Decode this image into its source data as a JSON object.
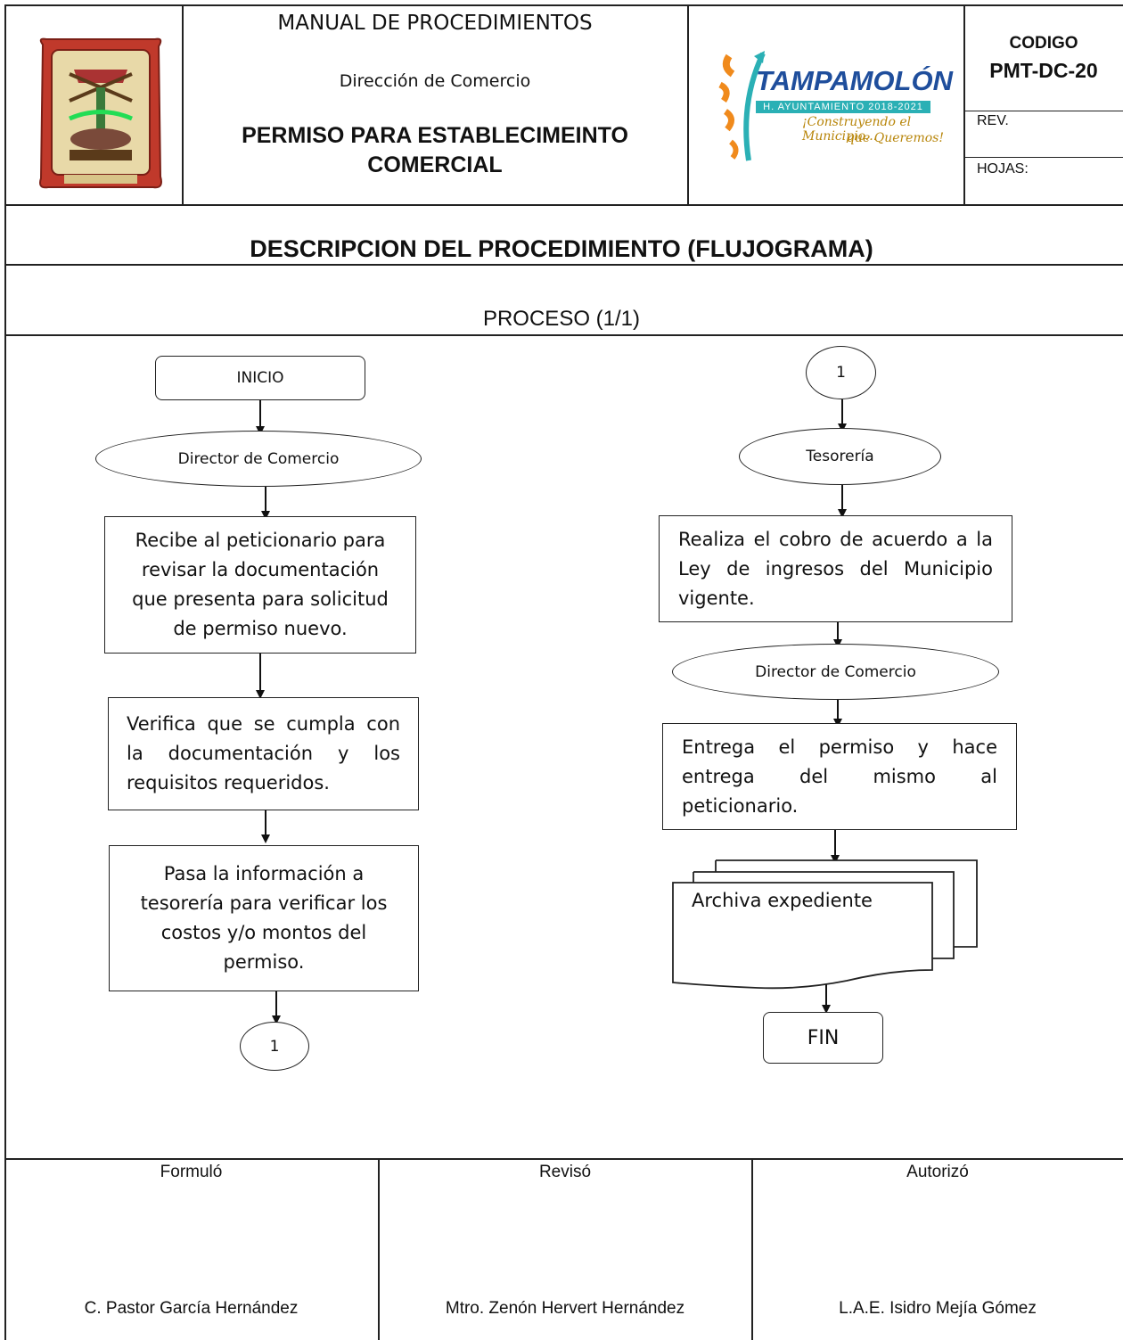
{
  "header": {
    "manual_title": "MANUAL DE PROCEDIMIENTOS",
    "department": "Dirección de Comercio",
    "procedure_title": "PERMISO PARA ESTABLECIMEINTO COMERCIAL",
    "code_label": "CODIGO",
    "code_value": "PMT-DC-20",
    "rev_label": "REV.",
    "sheets_label": "HOJAS:"
  },
  "logo_right": {
    "name": "TAMPAMOLÓN",
    "subtitle": "H. AYUNTAMIENTO 2018-2021",
    "slogan_line1": "¡Construyendo el Municipio...",
    "slogan_line2": "que Queremos!"
  },
  "section_title": "DESCRIPCION DEL PROCEDIMIENTO (FLUJOGRAMA)",
  "process_label": "PROCESO  (1/1)",
  "flow_left": {
    "start": "INICIO",
    "actor": "Director de Comercio",
    "step1": "Recibe al peticionario para revisar la documentación que presenta para solicitud de permiso nuevo.",
    "step2": "Verifica que se cumpla con la documentación y los requisitos requeridos.",
    "step3": "Pasa la información a tesorería para verificar los costos y/o montos del permiso.",
    "connector": "1"
  },
  "flow_right": {
    "connector": "1",
    "actor1": "Tesorería",
    "step1": "Realiza el cobro de acuerdo a la Ley de ingresos del Municipio vigente.",
    "actor2": "Director de Comercio",
    "step2": "Entrega el permiso y hace entrega del mismo al peticionario.",
    "document": "Archiva expediente",
    "end": "FIN"
  },
  "footer": {
    "formulo_label": "Formuló",
    "reviso_label": "Revisó",
    "autorizo_label": "Autorizó",
    "formulo_name": "C. Pastor García Hernández",
    "reviso_name": "Mtro. Zenón Hervert Hernández",
    "autorizo_name": "L.A.E. Isidro Mejía Gómez"
  },
  "colors": {
    "seal_red": "#c0392b",
    "logo_blue": "#1f4e9c",
    "logo_teal": "#2bb0b5",
    "logo_orange": "#f08a1c",
    "slogan_gold": "#b8860b"
  }
}
